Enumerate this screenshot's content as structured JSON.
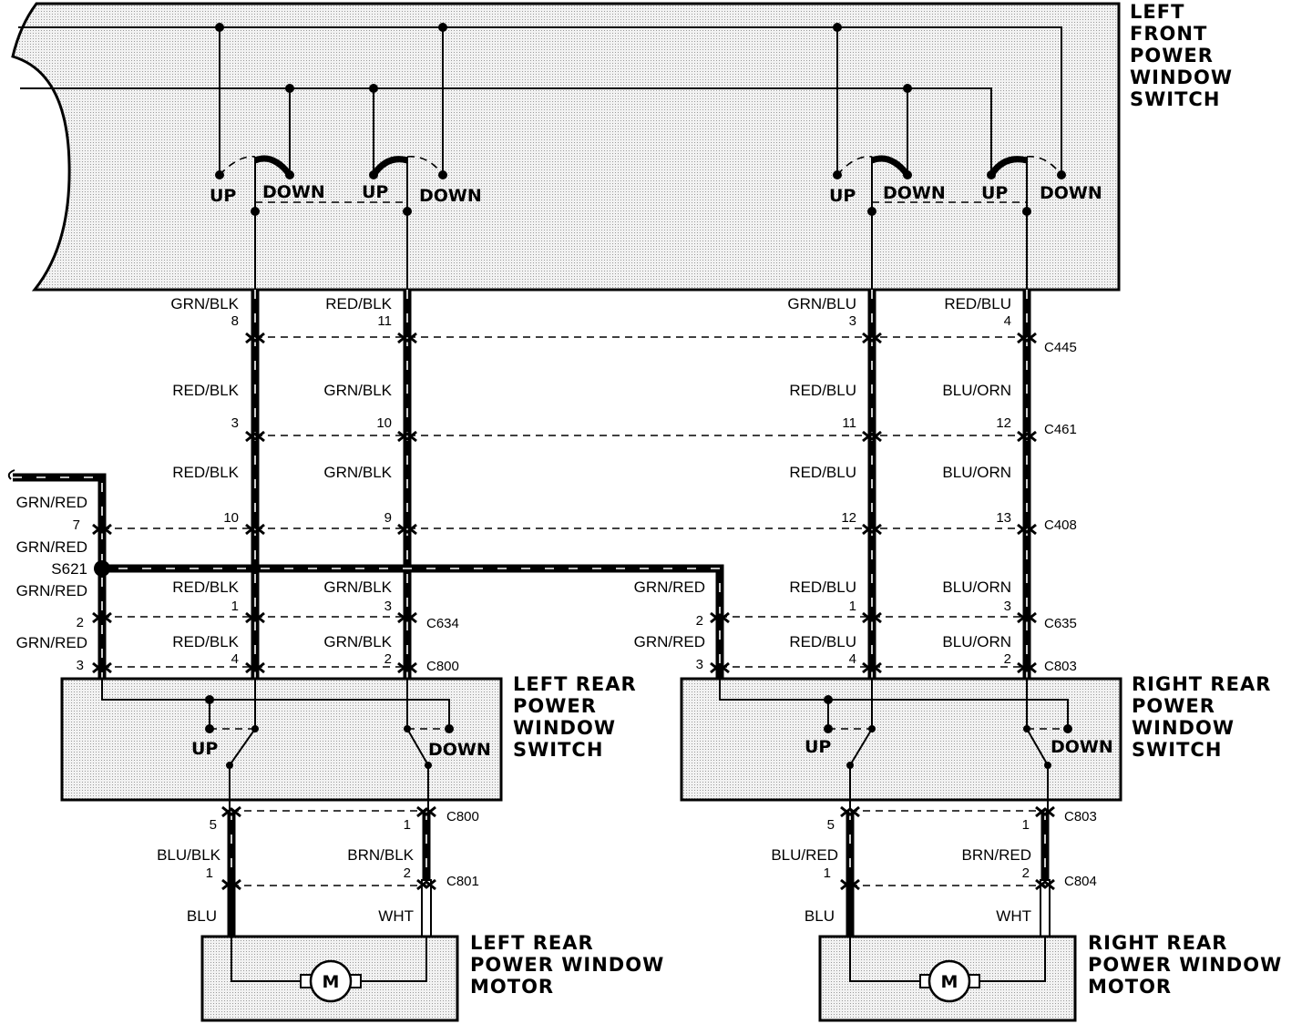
{
  "components": {
    "lf_switch": {
      "lines": [
        "LEFT",
        "FRONT",
        "POWER",
        "WINDOW",
        "SWITCH"
      ]
    },
    "lr_switch": {
      "lines": [
        "LEFT REAR",
        "POWER",
        "WINDOW",
        "SWITCH"
      ]
    },
    "rr_switch": {
      "lines": [
        "RIGHT REAR",
        "POWER",
        "WINDOW",
        "SWITCH"
      ]
    },
    "lr_motor": {
      "lines": [
        "LEFT REAR",
        "POWER WINDOW",
        "MOTOR"
      ],
      "symbol": "M"
    },
    "rr_motor": {
      "lines": [
        "RIGHT REAR",
        "POWER WINDOW",
        "MOTOR"
      ],
      "symbol": "M"
    }
  },
  "switch_labels": {
    "up": "UP",
    "down": "DOWN"
  },
  "connectors": {
    "c445": "C445",
    "c461": "C461",
    "c408": "C408",
    "c634": "C634",
    "c635": "C635",
    "c800": "C800",
    "c803": "C803",
    "c801": "C801",
    "c804": "C804",
    "s621": "S621"
  },
  "wires": {
    "w1": {
      "colors": [
        "GRN/BLK",
        "RED/BLK",
        "RED/BLK",
        "RED/BLK",
        "RED/BLK"
      ],
      "pins": [
        "8",
        "3",
        "10",
        "1",
        "4"
      ]
    },
    "w2": {
      "colors": [
        "RED/BLK",
        "GRN/BLK",
        "GRN/BLK",
        "GRN/BLK",
        "GRN/BLK"
      ],
      "pins": [
        "11",
        "10",
        "9",
        "3",
        "2"
      ]
    },
    "w3": {
      "colors": [
        "GRN/BLU",
        "RED/BLU",
        "RED/BLU",
        "RED/BLU",
        "RED/BLU"
      ],
      "pins": [
        "3",
        "11",
        "12",
        "1",
        "4"
      ]
    },
    "w4": {
      "colors": [
        "RED/BLU",
        "BLU/ORN",
        "BLU/ORN",
        "BLU/ORN",
        "BLU/ORN"
      ],
      "pins": [
        "4",
        "12",
        "13",
        "3",
        "2"
      ]
    },
    "feed": {
      "colors": [
        "GRN/RED",
        "GRN/RED",
        "GRN/RED",
        "GRN/RED",
        "GRN/RED",
        "GRN/RED"
      ],
      "pins": [
        "7",
        "2",
        "3",
        "2",
        "3"
      ]
    },
    "lr_motor_wires": {
      "colors": [
        "BLU/BLK",
        "BRN/BLK",
        "BLU",
        "WHT"
      ],
      "pins": [
        "5",
        "1",
        "1",
        "2"
      ]
    },
    "rr_motor_wires": {
      "colors": [
        "BLU/RED",
        "BRN/RED",
        "BLU",
        "WHT"
      ],
      "pins": [
        "5",
        "1",
        "1",
        "2"
      ]
    }
  }
}
